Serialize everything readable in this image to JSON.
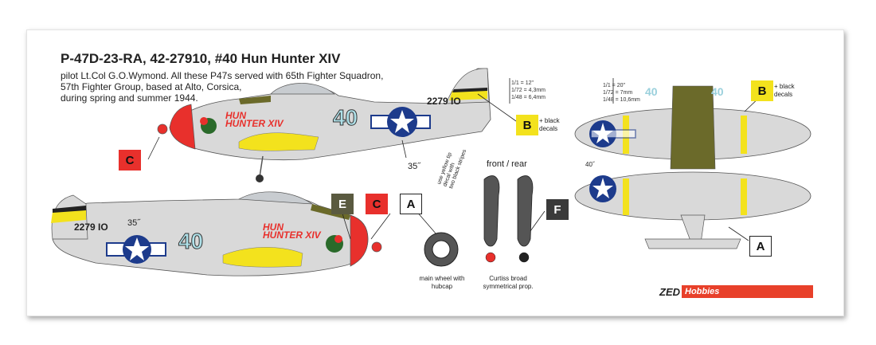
{
  "title": "P-47D-23-RA, 42-27910, #40 Hun Hunter XIV",
  "description": [
    "pilot Lt.Col G.O.Wymond. All these P47s served with 65th Fighter Squadron,",
    "57th Fighter Group, based at Alto, Corsica,",
    "during spring and summer 1944."
  ],
  "codes": {
    "b": "B",
    "c": "C",
    "e": "E",
    "a": "A",
    "f": "F"
  },
  "black_decals": "+ black decals",
  "black_decals_top": "+ black decals",
  "scales_side": [
    "1/1 = 12\"",
    "1/72 = 4,3mm",
    "1/48 = 6,4mm"
  ],
  "scales_top": [
    "1/1 = 20\"",
    "1/72 = 7mm",
    "1/48 = 10,6mm"
  ],
  "angle_35_top": "35˝",
  "angle_35_bottom": "35˝",
  "angle_40": "40˝",
  "serial_top": "2279 IO",
  "serial_bottom": "2279 IO",
  "number": "40",
  "number_wing": "40",
  "nose_art_top": [
    "HUN",
    "HUNTER XIV"
  ],
  "nose_art_bottom": [
    "HUN",
    "HUNTER XIV"
  ],
  "yellow_tip_note": [
    "use yellow tip",
    "decal with",
    "two black stripes"
  ],
  "front_rear": "front  /  rear",
  "wheel_caption": [
    "main wheel with",
    "hubcap"
  ],
  "prop_caption": [
    "Curtiss broad",
    "symmetrical prop."
  ],
  "brand_zed": "ZED",
  "brand_hobbies": "Hobbies",
  "colors": {
    "olive": "#6b6a2a",
    "silver": "#d9d9d9",
    "red": "#e8302c",
    "yellow": "#f3e21d",
    "blue": "#1d3b8c"
  }
}
